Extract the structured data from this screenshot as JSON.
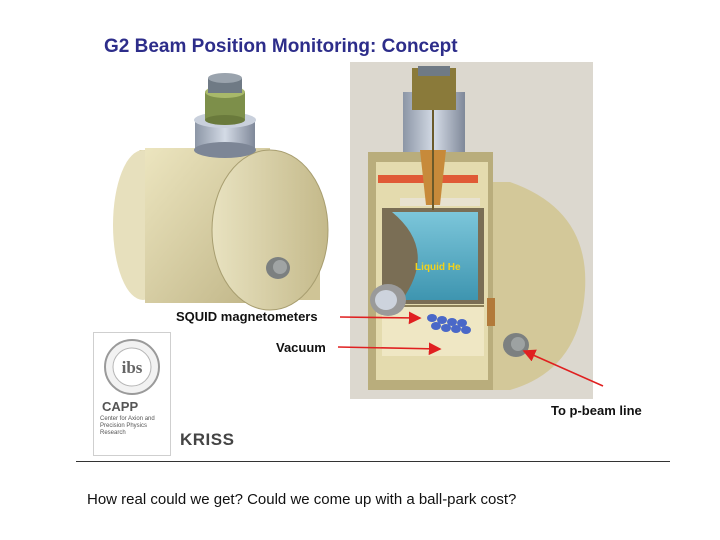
{
  "slide": {
    "title": "G2 Beam Position Monitoring: Concept",
    "caption": "How real could we get? Could we come up with a ball-park cost?"
  },
  "diagram": {
    "labels": {
      "liquid_he": "Liquid He",
      "squid": "SQUID magnetometers",
      "vacuum": "Vacuum",
      "beam_line": "To p-beam line"
    },
    "arrow_color": "#e02020"
  },
  "logos": {
    "ibs_mark": "ibs",
    "capp": "CAPP",
    "capp_subtitle": "Center for Axion and Precision Physics Research",
    "kriss": "KRISS"
  },
  "colors": {
    "title": "#2d2d8a",
    "cryostat_body": "#d9cf9f",
    "liquid_helium": "#4aa6c0"
  }
}
